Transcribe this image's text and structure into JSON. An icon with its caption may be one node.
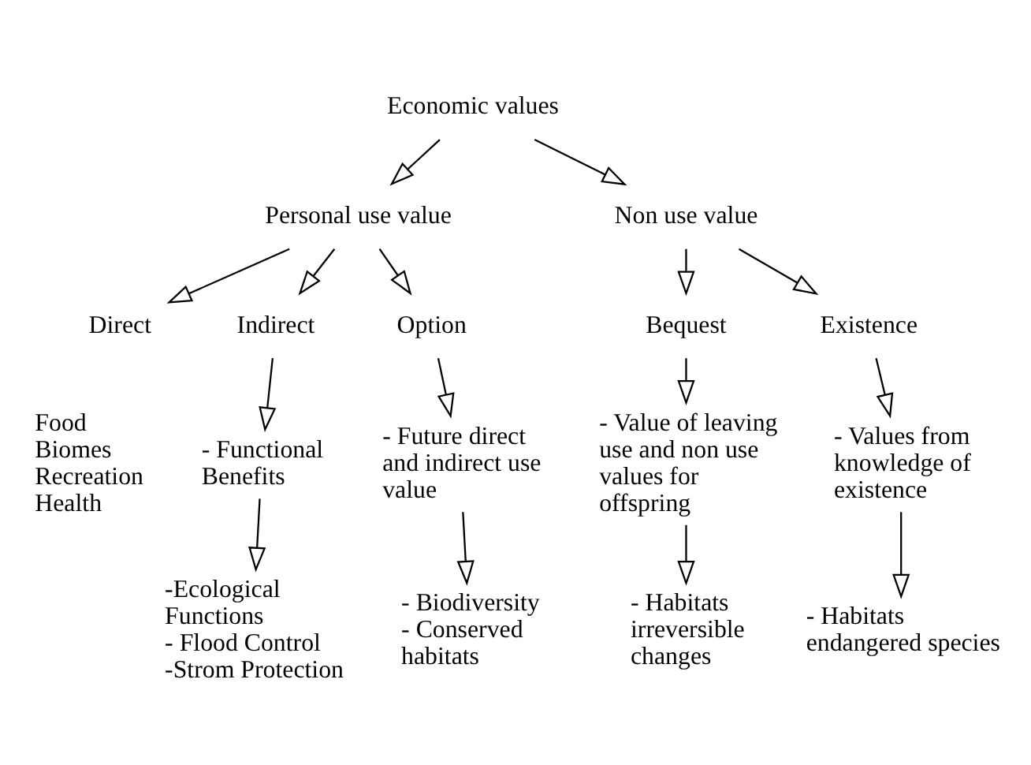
{
  "diagram": {
    "nodes": [
      {
        "text": [
          "Economic values"
        ]
      },
      {
        "text": [
          "Personal use value"
        ]
      },
      {
        "text": [
          "Non use value"
        ]
      },
      {
        "text": [
          "Direct"
        ]
      },
      {
        "text": [
          "Indirect"
        ]
      },
      {
        "text": [
          "Option"
        ]
      },
      {
        "text": [
          "Bequest"
        ]
      },
      {
        "text": [
          "Existence"
        ]
      },
      {
        "text": [
          "- Functional Benefits"
        ]
      },
      {
        "text": [
          "-Ecological Functions",
          "- Flood Control",
          "-Strom Protection"
        ]
      },
      {
        "text": [
          "- Future direct and indirect use value"
        ]
      },
      {
        "text": [
          "- Biodiversity",
          "- Conserved habitats"
        ]
      },
      {
        "text": [
          "- Value of leaving use and non use values for offspring"
        ]
      },
      {
        "text": [
          "- Habitats irreversible changes"
        ]
      },
      {
        "text": [
          "- Values from knowledge of existence"
        ]
      },
      {
        "text": [
          "- Habitats endangered species"
        ]
      }
    ],
    "edges": [
      {
        "from": 0,
        "to": 1,
        "arrow": "to"
      },
      {
        "from": 0,
        "to": 2,
        "arrow": "to"
      },
      {
        "from": 1,
        "to": 3,
        "arrow": "to"
      },
      {
        "from": 1,
        "to": 4,
        "arrow": "to"
      },
      {
        "from": 1,
        "to": 5,
        "arrow": "to"
      },
      {
        "from": 2,
        "to": 6,
        "arrow": "to"
      },
      {
        "from": 2,
        "to": 7,
        "arrow": "to"
      },
      {
        "from": 4,
        "to": 8,
        "arrow": "to"
      },
      {
        "from": 8,
        "to": 9,
        "arrow": "to"
      },
      {
        "from": 5,
        "to": 10,
        "arrow": "to"
      },
      {
        "from": 10,
        "to": 11,
        "arrow": "to"
      },
      {
        "from": 6,
        "to": 12,
        "arrow": "to"
      },
      {
        "from": 12,
        "to": 13,
        "arrow": "to"
      },
      {
        "from": 7,
        "to": 14,
        "arrow": "to"
      },
      {
        "from": 14,
        "to": 15,
        "arrow": "to"
      }
    ],
    "labels": [
      "Food",
      "Biomes",
      "Recreation",
      "Health"
    ]
  }
}
